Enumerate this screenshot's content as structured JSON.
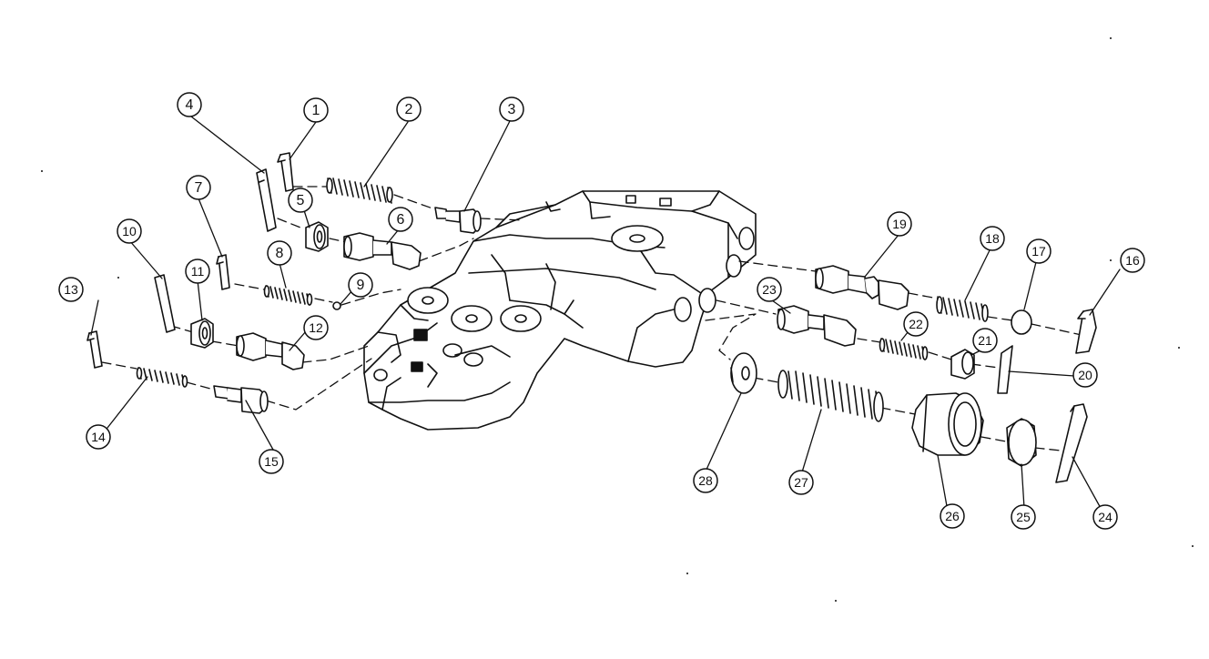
{
  "diagram": {
    "colors": {
      "ink": "#111111",
      "paper": "#ffffff"
    },
    "callouts": [
      {
        "number": "1"
      },
      {
        "number": "2"
      },
      {
        "number": "3"
      },
      {
        "number": "4"
      },
      {
        "number": "5"
      },
      {
        "number": "6"
      },
      {
        "number": "7"
      },
      {
        "number": "8"
      },
      {
        "number": "9"
      },
      {
        "number": "10"
      },
      {
        "number": "11"
      },
      {
        "number": "12"
      },
      {
        "number": "13"
      },
      {
        "number": "14"
      },
      {
        "number": "15"
      },
      {
        "number": "16"
      },
      {
        "number": "17"
      },
      {
        "number": "18"
      },
      {
        "number": "19"
      },
      {
        "number": "20"
      },
      {
        "number": "21"
      },
      {
        "number": "22"
      },
      {
        "number": "23"
      },
      {
        "number": "24"
      },
      {
        "number": "25"
      },
      {
        "number": "26"
      },
      {
        "number": "27"
      },
      {
        "number": "28"
      }
    ]
  }
}
